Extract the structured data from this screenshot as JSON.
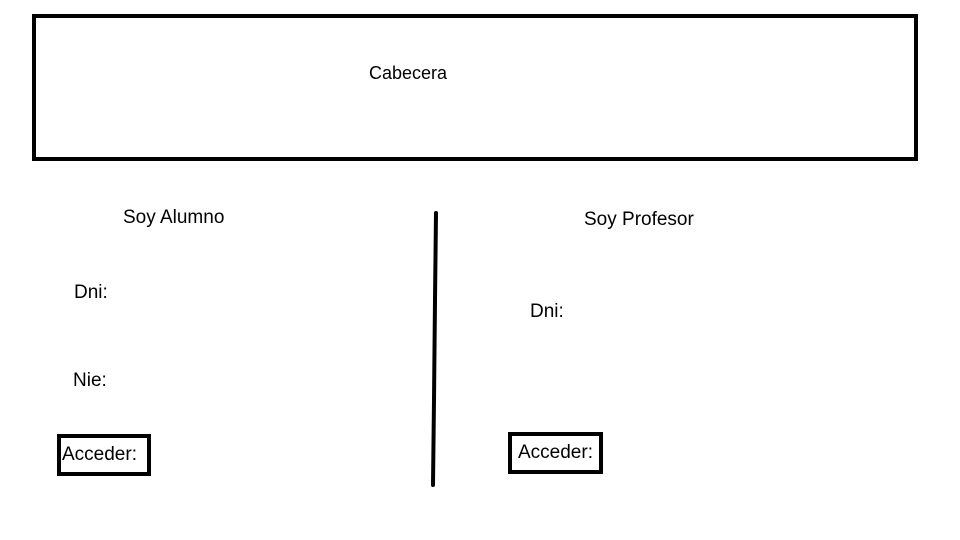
{
  "header": {
    "title": "Cabecera"
  },
  "student": {
    "heading": "Soy Alumno",
    "dni_label": "Dni:",
    "nie_label": "Nie:",
    "access_button": "Acceder:"
  },
  "teacher": {
    "heading": "Soy Profesor",
    "dni_label": "Dni:",
    "access_button": "Acceder:"
  },
  "colors": {
    "ink": "#000000",
    "background": "#ffffff"
  }
}
